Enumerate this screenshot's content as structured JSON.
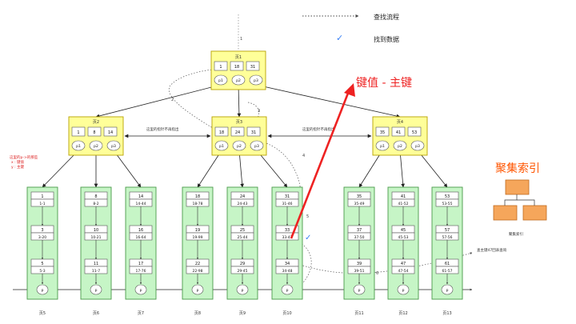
{
  "legend": {
    "search_label": "查找流程",
    "found_label": "找到数据"
  },
  "annotations": {
    "key_value": "键值 - 主键",
    "clustered_index": "聚集索引",
    "left_note": [
      "这里的p->的那些",
      "x : 键值",
      "y : 主键"
    ],
    "left_link": "这里的指针不再指出",
    "right_link": "这里的指针不再指出",
    "small_icon_caption": "聚集索引",
    "bottom_note": "查主键47回表查询"
  },
  "root": {
    "keys": [
      "1",
      "18",
      "31"
    ],
    "ptrs": [
      "p1",
      "p2",
      "p3"
    ]
  },
  "level2": [
    {
      "title": "页2",
      "keys": [
        "1",
        "8",
        "14"
      ],
      "ptrs": [
        "p1",
        "p2",
        "p3"
      ]
    },
    {
      "title": "页3",
      "keys": [
        "18",
        "24",
        "31"
      ],
      "ptrs": [
        "p1",
        "p2",
        "p3"
      ]
    },
    {
      "title": "页4",
      "keys": [
        "35",
        "41",
        "53"
      ],
      "ptrs": [
        "p1",
        "p2",
        "p3"
      ]
    }
  ],
  "leaves": [
    {
      "name": "页5",
      "rows": [
        [
          "1",
          "1-1"
        ],
        [
          "3",
          "3-20"
        ],
        [
          "5",
          "5-3"
        ]
      ]
    },
    {
      "name": "页6",
      "rows": [
        [
          "8",
          "8-2"
        ],
        [
          "10",
          "10-21"
        ],
        [
          "11",
          "11-7"
        ]
      ]
    },
    {
      "name": "页7",
      "rows": [
        [
          "14",
          "14-44"
        ],
        [
          "16",
          "16-64"
        ],
        [
          "17",
          "17-76"
        ]
      ]
    },
    {
      "name": "页8",
      "rows": [
        [
          "18",
          "18-78"
        ],
        [
          "19",
          "19-99"
        ],
        [
          "22",
          "22-98"
        ]
      ]
    },
    {
      "name": "页9",
      "rows": [
        [
          "24",
          "24-43"
        ],
        [
          "25",
          "25-44"
        ],
        [
          "29",
          "29-45"
        ]
      ]
    },
    {
      "name": "页10",
      "rows": [
        [
          "31",
          "31-46"
        ],
        [
          "33",
          "33-47"
        ],
        [
          "34",
          "34-48"
        ]
      ]
    },
    {
      "name": "页11",
      "rows": [
        [
          "35",
          "35-49"
        ],
        [
          "37",
          "37-50"
        ],
        [
          "39",
          "39-51"
        ]
      ]
    },
    {
      "name": "页12",
      "rows": [
        [
          "41",
          "41-52"
        ],
        [
          "45",
          "45-53"
        ],
        [
          "47",
          "47-54"
        ]
      ]
    },
    {
      "name": "页13",
      "rows": [
        [
          "53",
          "53-55"
        ],
        [
          "57",
          "57-56"
        ],
        [
          "61",
          "61-57"
        ]
      ]
    }
  ],
  "leaf_ptr": "p",
  "step_numbers": [
    "1",
    "2",
    "3",
    "4",
    "5",
    "6"
  ],
  "colors": {
    "yellow_fill": "#ffff99",
    "yellow_stroke": "#b8a200",
    "green_fill": "#c6f5c6",
    "green_stroke": "#4a9a4a",
    "orange_fill": "#f5a65b",
    "red": "#ee2222",
    "check": "#3b82f6"
  }
}
